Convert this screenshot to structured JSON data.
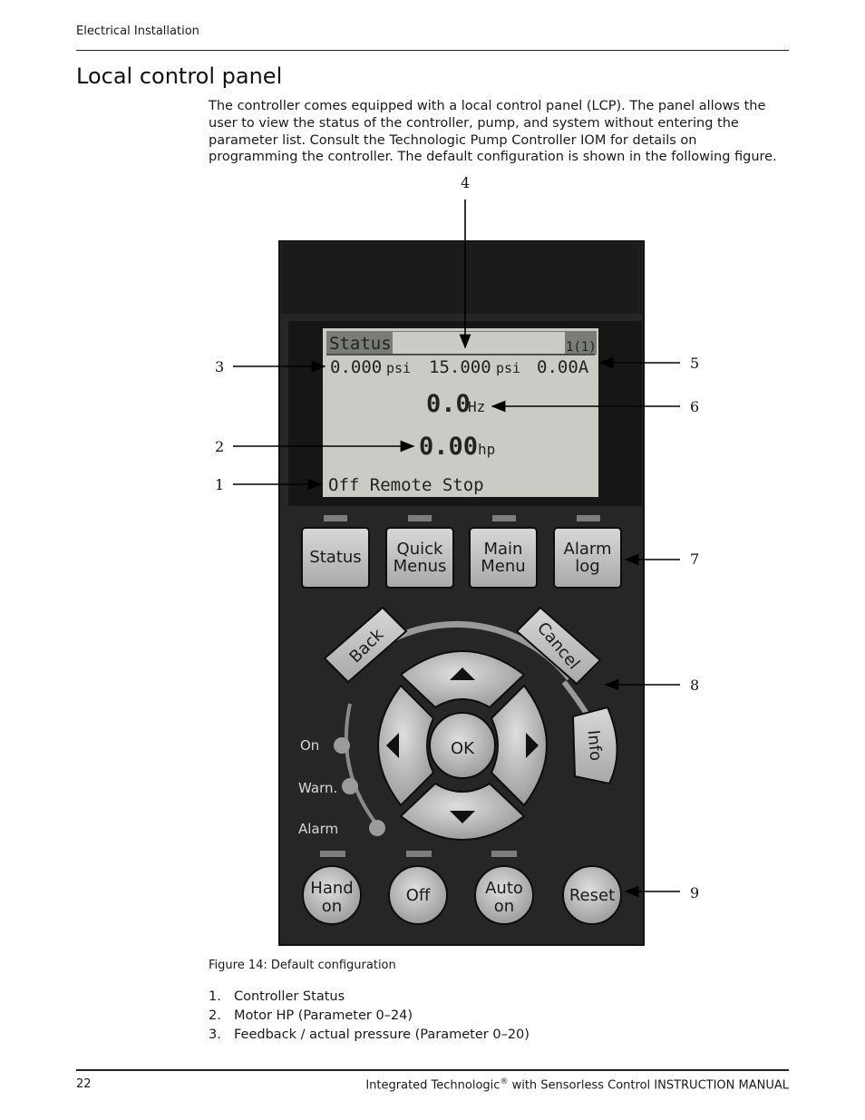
{
  "header": {
    "running_title": "Electrical Installation"
  },
  "section": {
    "title": "Local control panel",
    "intro": "The controller comes equipped with a local control panel (LCP). The panel allows the user to view the status of the controller, pump, and system without entering the parameter list. Consult the Technologic Pump Controller IOM for details on programming the controller. The default configuration is shown in the following figure."
  },
  "figure": {
    "caption": "Figure 14: Default configuration",
    "callouts": [
      "1",
      "2",
      "3",
      "4",
      "5",
      "6",
      "7",
      "8",
      "9"
    ],
    "display": {
      "title": "Status",
      "setup_indicator": "1(1)",
      "line1": {
        "feedback": "0.000",
        "feedback_unit": "psi",
        "setpoint": "15.000",
        "setpoint_unit": "psi",
        "current": "0.00A"
      },
      "frequency": {
        "value": "0.0",
        "unit": "Hz"
      },
      "power": {
        "value": "0.00",
        "unit": "hp"
      },
      "status_line": "Off Remote Stop"
    },
    "menu_keys": [
      {
        "line1": "Status",
        "line2": ""
      },
      {
        "line1": "Quick",
        "line2": "Menus"
      },
      {
        "line1": "Main",
        "line2": "Menu"
      },
      {
        "line1": "Alarm",
        "line2": "log"
      }
    ],
    "nav_keys": {
      "back": "Back",
      "cancel": "Cancel",
      "info": "Info",
      "ok": "OK"
    },
    "indicator_lights": {
      "on": "On",
      "warn": "Warn.",
      "alarm": "Alarm"
    },
    "operation_keys": [
      {
        "line1": "Hand",
        "line2": "on"
      },
      {
        "line1": "Off",
        "line2": ""
      },
      {
        "line1": "Auto",
        "line2": "on"
      },
      {
        "line1": "Reset",
        "line2": ""
      }
    ]
  },
  "legend": [
    {
      "num": "1.",
      "text": "Controller Status"
    },
    {
      "num": "2.",
      "text": "Motor HP (Parameter 0–24)"
    },
    {
      "num": "3.",
      "text": "Feedback / actual pressure (Parameter 0–20)"
    }
  ],
  "footer": {
    "page_number": "22",
    "title_pre": "Integrated Technologic",
    "title_mark": "®",
    "title_post": " with Sensorless Control INSTRUCTION MANUAL"
  }
}
